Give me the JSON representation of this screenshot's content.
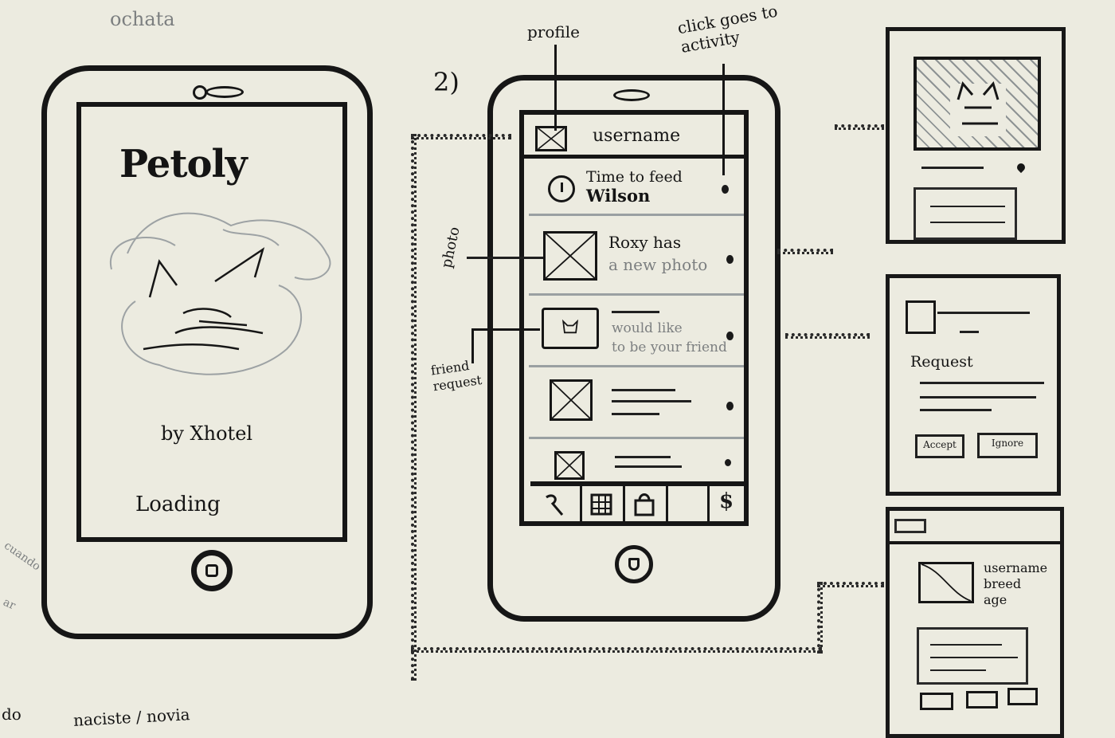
{
  "top_note": "ochata",
  "sketch1": {
    "app_title": "Petoly",
    "byline": "by Xhotel",
    "status": "Loading"
  },
  "sketch2": {
    "number": "2)",
    "annotations": {
      "profile": "profile",
      "click_goes": "click goes to activity",
      "photo": "photo",
      "friend_request": "friend request"
    },
    "header": {
      "username": "username"
    },
    "feed": [
      {
        "line1": "Time to feed",
        "line2": "Wilson"
      },
      {
        "line1": "Roxy has",
        "line2": "a new photo"
      },
      {
        "line1": "would like",
        "line2": "to be your friend"
      }
    ]
  },
  "right_cards": {
    "request": {
      "title": "Request",
      "accept": "Accept",
      "ignore": "Ignore"
    },
    "profile_card": {
      "line1": "username",
      "line2": "breed",
      "line3": "age"
    }
  },
  "margin_notes": [
    "do",
    "naciste / novia",
    "cuando",
    "ar"
  ]
}
